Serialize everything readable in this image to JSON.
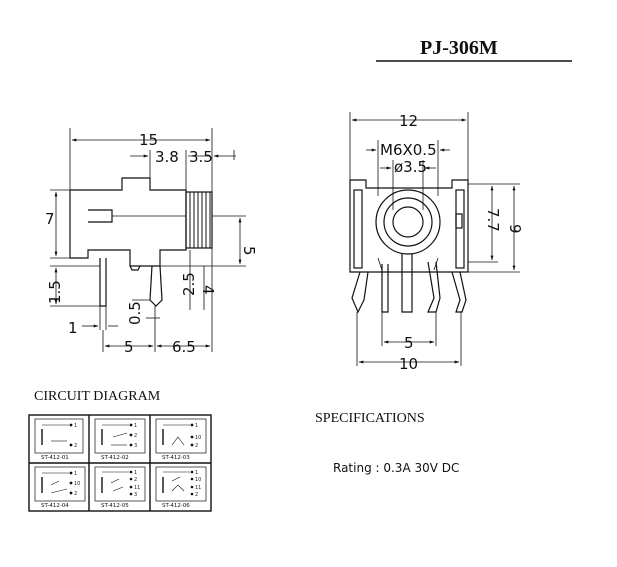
{
  "title": "PJ-306M",
  "side_view": {
    "dims": {
      "overall_length": "15",
      "d_3_8": "3.8",
      "d_3_5": "3.5",
      "height": "7",
      "d_5_right": "5",
      "d_2_5": "2.5",
      "d_4": "4",
      "d_1_5": "1.5",
      "d_1": "1",
      "d_0_5": "0.5",
      "pitch_5": "5",
      "pitch_6_5": "6.5"
    }
  },
  "front_view": {
    "dims": {
      "width_12": "12",
      "thread": "M6X0.5",
      "bore": "ø3.5",
      "d_7_7": "7.7",
      "d_9": "9",
      "d_5": "5",
      "d_10": "10"
    }
  },
  "circuit": {
    "heading": "CIRCUIT DIAGRAM",
    "cells": [
      {
        "code": "ST-412-01",
        "pins": [
          "1",
          "2"
        ]
      },
      {
        "code": "ST-412-02",
        "pins": [
          "1",
          "2",
          "3"
        ]
      },
      {
        "code": "ST-412-03",
        "pins": [
          "1",
          "10",
          "2"
        ]
      },
      {
        "code": "ST-412-04",
        "pins": [
          "1",
          "10",
          "2"
        ]
      },
      {
        "code": "ST-412-05",
        "pins": [
          "1",
          "2",
          "11",
          "3"
        ]
      },
      {
        "code": "ST-412-06",
        "pins": [
          "1",
          "10",
          "11",
          "2"
        ]
      }
    ]
  },
  "specifications": {
    "heading": "SPECIFICATIONS",
    "rating": "Rating : 0.3A 30V DC"
  }
}
